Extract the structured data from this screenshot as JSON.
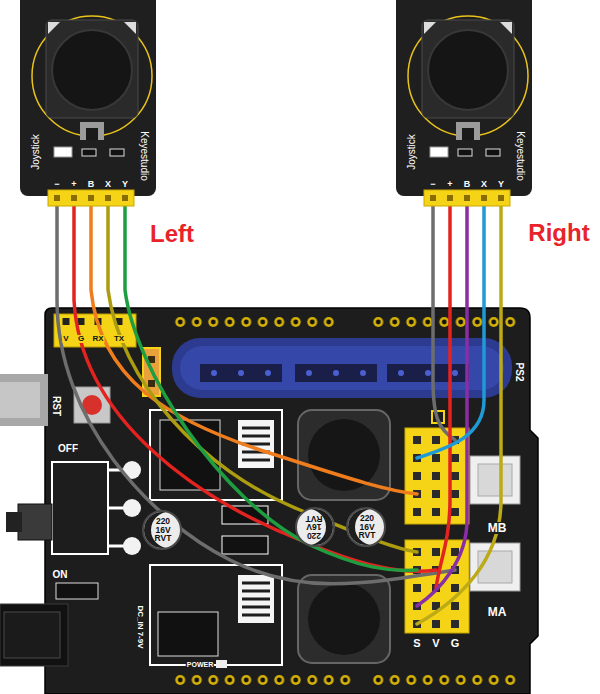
{
  "diagram": {
    "nodes": [
      {
        "text": [
          "Joystick",
          "Keyestudio",
          "−",
          "+",
          "B",
          "X",
          "Y"
        ]
      },
      {
        "text": [
          "Joystick",
          "Keyestudio",
          "−",
          "+",
          "B",
          "X",
          "Y"
        ]
      },
      {
        "text": [
          "220 16V RVT"
        ]
      },
      {
        "text": [
          "220 16V RVT"
        ]
      },
      {
        "text": [
          "220 16V RVT"
        ]
      }
    ],
    "labels": [
      "Left",
      "Right",
      "V",
      "G",
      "RX",
      "TX",
      "PS2",
      "RST",
      "OFF",
      "MB",
      "ON",
      "MA",
      "DC_IN 7-9V",
      "S",
      "V",
      "G",
      "POWER"
    ]
  }
}
